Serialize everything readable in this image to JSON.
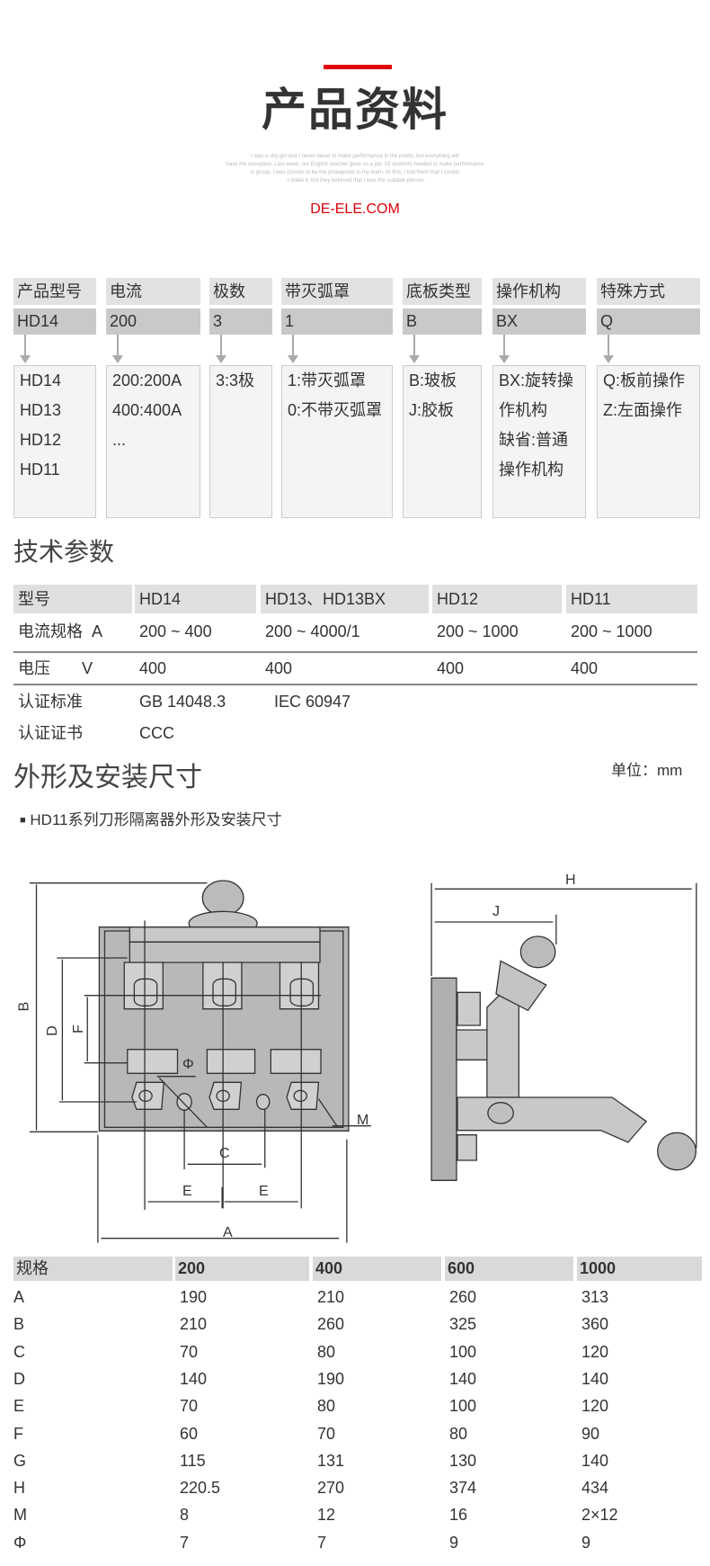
{
  "header": {
    "title": "产品资料",
    "subtitle_lines": [
      "I was a shy girl and I never dared to make performance in the public, but everything will",
      "have the exception. Last week, our English teacher gave us a job. All students needed to make performance",
      "in group. I was chosen to be the protagonist in my team. At first, I told them that I couldn",
      "' t make it, but they believed that I was the suitable person."
    ],
    "site": "DE-ELE.COM"
  },
  "model_code": {
    "columns": [
      {
        "header": "产品型号",
        "value": "HD14",
        "options": [
          "HD14",
          "HD13",
          "HD12",
          "HD11"
        ]
      },
      {
        "header": "电流",
        "value": "200",
        "options": [
          "200:200A",
          "400:400A",
          "..."
        ]
      },
      {
        "header": "极数",
        "value": "3",
        "options": [
          "3:3极"
        ]
      },
      {
        "header": "带灭弧罩",
        "value": "1",
        "options": [
          "1:带灭弧罩",
          "0:不带灭弧罩"
        ]
      },
      {
        "header": "底板类型",
        "value": "B",
        "options": [
          "B:玻板",
          "J:胶板"
        ]
      },
      {
        "header": "操作机构",
        "value": "BX",
        "options": [
          "BX:旋转操",
          "作机构",
          "缺省:普通",
          "操作机构"
        ]
      },
      {
        "header": "特殊方式",
        "value": "Q",
        "options": [
          "Q:板前操作",
          "Z:左面操作"
        ]
      }
    ]
  },
  "tech": {
    "title": "技术参数",
    "headers": [
      "型号",
      "HD14",
      "HD13、HD13BX",
      "HD12",
      "HD11"
    ],
    "current": [
      "电流规格  A",
      "200 ~ 400",
      "200 ~ 4000/1",
      "200 ~ 1000",
      "200 ~ 1000"
    ],
    "voltage": [
      "电压       V",
      "400",
      "400",
      "400",
      "400"
    ],
    "standard": [
      "认证标准",
      "GB 14048.3",
      "IEC 60947"
    ],
    "certificate": [
      "认证证书",
      "CCC"
    ]
  },
  "dims": {
    "title": "外形及安装尺寸",
    "unit": "单位：mm",
    "caption": "HD11系列刀形隔离器外形及安装尺寸",
    "labels": {
      "A": "A",
      "B": "B",
      "C": "C",
      "D": "D",
      "E": "E",
      "F": "F",
      "H": "H",
      "J": "J",
      "M": "M",
      "phi": "Φ"
    },
    "table": {
      "headers": [
        "规格",
        "200",
        "400",
        "600",
        "1000"
      ],
      "rows": [
        [
          "A",
          "190",
          "210",
          "260",
          "313"
        ],
        [
          "B",
          "210",
          "260",
          "325",
          "360"
        ],
        [
          "C",
          "70",
          "80",
          "100",
          "120"
        ],
        [
          "D",
          "140",
          "190",
          "140",
          "140"
        ],
        [
          "E",
          "70",
          "80",
          "100",
          "120"
        ],
        [
          "F",
          "60",
          "70",
          "80",
          "90"
        ],
        [
          "G",
          "115",
          "131",
          "130",
          "140"
        ],
        [
          "H",
          "220.5",
          "270",
          "374",
          "434"
        ],
        [
          "M",
          "8",
          "12",
          "16",
          "2×12"
        ],
        [
          "Φ",
          "7",
          "7",
          "9",
          "9"
        ]
      ]
    }
  }
}
